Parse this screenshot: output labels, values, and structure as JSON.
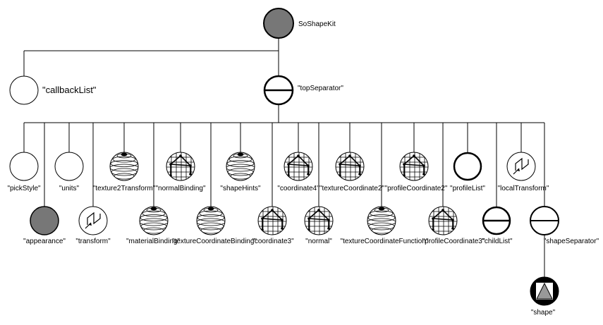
{
  "diagram": {
    "root": {
      "label": "SoShapeKit",
      "icon": "separator-node-filled"
    },
    "nodes": [
      {
        "id": "callbackList",
        "label": "\"callbackList\"",
        "icon": "empty-circle"
      },
      {
        "id": "topSeparator",
        "label": "\"topSeparator\"",
        "icon": "separator-node"
      },
      {
        "id": "pickStyle",
        "label": "\"pickStyle\"",
        "icon": "empty-circle"
      },
      {
        "id": "appearance",
        "label": "\"appearance\"",
        "icon": "separator-node-filled"
      },
      {
        "id": "units",
        "label": "\"units\"",
        "icon": "empty-circle"
      },
      {
        "id": "transform",
        "label": "\"transform\"",
        "icon": "transform-icon"
      },
      {
        "id": "texture2Transform",
        "label": "\"texture2Transform\"",
        "icon": "property-sphere-icon"
      },
      {
        "id": "materialBinding",
        "label": "\"materialBinding\"",
        "icon": "property-sphere-icon"
      },
      {
        "id": "normalBinding",
        "label": "\"normalBinding\"",
        "icon": "grid-graph-icon"
      },
      {
        "id": "textureCoordinateBinding",
        "label": "\"textureCoordinateBinding\"",
        "icon": "property-sphere-icon"
      },
      {
        "id": "shapeHints",
        "label": "\"shapeHints\"",
        "icon": "property-sphere-icon"
      },
      {
        "id": "coordinate3",
        "label": "\"coordinate3\"",
        "icon": "grid-graph-icon"
      },
      {
        "id": "coordinate4",
        "label": "\"coordinate4\"",
        "icon": "grid-graph-icon"
      },
      {
        "id": "normal",
        "label": "\"normal\"",
        "icon": "grid-graph-icon"
      },
      {
        "id": "textureCoordinate2",
        "label": "\"textureCoordinate2\"",
        "icon": "grid-graph-icon"
      },
      {
        "id": "textureCoordinateFunction",
        "label": "\"textureCoordinateFunction\"",
        "icon": "property-sphere-icon"
      },
      {
        "id": "profileCoordinate2",
        "label": "\"profileCoordinate2\"",
        "icon": "grid-graph-icon"
      },
      {
        "id": "profileCoordinate3",
        "label": "\"profileCoordinate3\"",
        "icon": "grid-graph-icon"
      },
      {
        "id": "profileList",
        "label": "\"profileList\"",
        "icon": "empty-circle-bold"
      },
      {
        "id": "childList",
        "label": "\"childList\"",
        "icon": "separator-node"
      },
      {
        "id": "localTransform",
        "label": "\"localTransform\"",
        "icon": "transform-icon"
      },
      {
        "id": "shapeSeparator",
        "label": "\"shapeSeparator\"",
        "icon": "separator-node"
      },
      {
        "id": "shape",
        "label": "\"shape\"",
        "icon": "shape-triangle-icon"
      }
    ],
    "colors": {
      "filled_node": "#777777",
      "line": "#000000",
      "shape_fill": "#999999"
    }
  }
}
